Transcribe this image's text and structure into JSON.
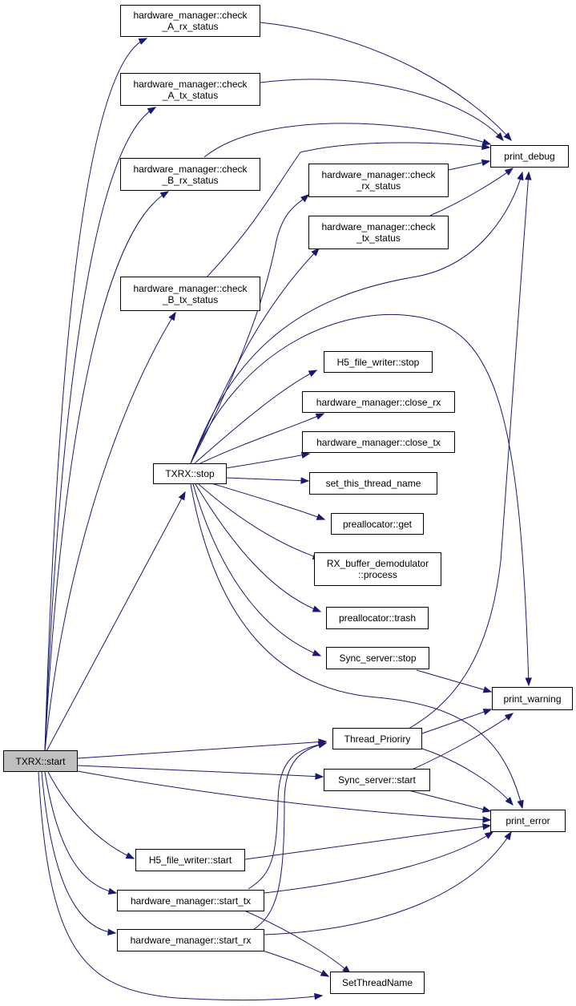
{
  "nodes": {
    "txrx_start": {
      "lines": [
        "TXRX::start"
      ]
    },
    "check_a_rx": {
      "lines": [
        "hardware_manager::check",
        "_A_rx_status"
      ]
    },
    "check_a_tx": {
      "lines": [
        "hardware_manager::check",
        "_A_tx_status"
      ]
    },
    "check_b_rx": {
      "lines": [
        "hardware_manager::check",
        "_B_rx_status"
      ]
    },
    "check_b_tx": {
      "lines": [
        "hardware_manager::check",
        "_B_tx_status"
      ]
    },
    "check_rx": {
      "lines": [
        "hardware_manager::check",
        "_rx_status"
      ]
    },
    "check_tx": {
      "lines": [
        "hardware_manager::check",
        "_tx_status"
      ]
    },
    "print_debug": {
      "lines": [
        "print_debug"
      ]
    },
    "h5_stop": {
      "lines": [
        "H5_file_writer::stop"
      ]
    },
    "close_rx": {
      "lines": [
        "hardware_manager::close_rx"
      ]
    },
    "close_tx": {
      "lines": [
        "hardware_manager::close_tx"
      ]
    },
    "txrx_stop": {
      "lines": [
        "TXRX::stop"
      ]
    },
    "set_name": {
      "lines": [
        "set_this_thread_name"
      ]
    },
    "prealloc_get": {
      "lines": [
        "preallocator::get"
      ]
    },
    "rx_buffer": {
      "lines": [
        "RX_buffer_demodulator",
        "::process"
      ]
    },
    "prealloc_trash": {
      "lines": [
        "preallocator::trash"
      ]
    },
    "sync_stop": {
      "lines": [
        "Sync_server::stop"
      ]
    },
    "print_warning": {
      "lines": [
        "print_warning"
      ]
    },
    "thread_prio": {
      "lines": [
        "Thread_Prioriry"
      ]
    },
    "sync_start": {
      "lines": [
        "Sync_server::start"
      ]
    },
    "print_error": {
      "lines": [
        "print_error"
      ]
    },
    "h5_start": {
      "lines": [
        "H5_file_writer::start"
      ]
    },
    "start_tx": {
      "lines": [
        "hardware_manager::start_tx"
      ]
    },
    "start_rx": {
      "lines": [
        "hardware_manager::start_rx"
      ]
    },
    "set_thread_name": {
      "lines": [
        "SetThreadName"
      ]
    }
  },
  "edges": [
    [
      "txrx_start",
      "check_a_rx"
    ],
    [
      "txrx_start",
      "check_a_tx"
    ],
    [
      "txrx_start",
      "check_b_rx"
    ],
    [
      "txrx_start",
      "check_b_tx"
    ],
    [
      "txrx_start",
      "txrx_stop"
    ],
    [
      "txrx_start",
      "thread_prio"
    ],
    [
      "txrx_start",
      "sync_start"
    ],
    [
      "txrx_start",
      "print_error"
    ],
    [
      "txrx_start",
      "h5_start"
    ],
    [
      "txrx_start",
      "start_tx"
    ],
    [
      "txrx_start",
      "start_rx"
    ],
    [
      "txrx_start",
      "set_thread_name"
    ],
    [
      "check_a_rx",
      "print_debug"
    ],
    [
      "check_a_tx",
      "print_debug"
    ],
    [
      "check_b_rx",
      "print_debug"
    ],
    [
      "check_b_tx",
      "print_debug"
    ],
    [
      "check_rx",
      "print_debug"
    ],
    [
      "check_tx",
      "print_debug"
    ],
    [
      "txrx_stop",
      "check_rx"
    ],
    [
      "txrx_stop",
      "check_tx"
    ],
    [
      "txrx_stop",
      "print_debug"
    ],
    [
      "txrx_stop",
      "h5_stop"
    ],
    [
      "txrx_stop",
      "close_rx"
    ],
    [
      "txrx_stop",
      "close_tx"
    ],
    [
      "txrx_stop",
      "set_name"
    ],
    [
      "txrx_stop",
      "prealloc_get"
    ],
    [
      "txrx_stop",
      "rx_buffer"
    ],
    [
      "txrx_stop",
      "prealloc_trash"
    ],
    [
      "txrx_stop",
      "sync_stop"
    ],
    [
      "txrx_stop",
      "print_warning"
    ],
    [
      "txrx_stop",
      "print_error"
    ],
    [
      "sync_stop",
      "print_warning"
    ],
    [
      "thread_prio",
      "print_debug"
    ],
    [
      "thread_prio",
      "print_warning"
    ],
    [
      "thread_prio",
      "print_error"
    ],
    [
      "sync_start",
      "print_warning"
    ],
    [
      "sync_start",
      "print_error"
    ],
    [
      "h5_start",
      "print_error"
    ],
    [
      "start_tx",
      "thread_prio"
    ],
    [
      "start_tx",
      "print_error"
    ],
    [
      "start_tx",
      "set_thread_name"
    ],
    [
      "start_rx",
      "thread_prio"
    ],
    [
      "start_rx",
      "print_error"
    ],
    [
      "start_rx",
      "set_thread_name"
    ]
  ]
}
